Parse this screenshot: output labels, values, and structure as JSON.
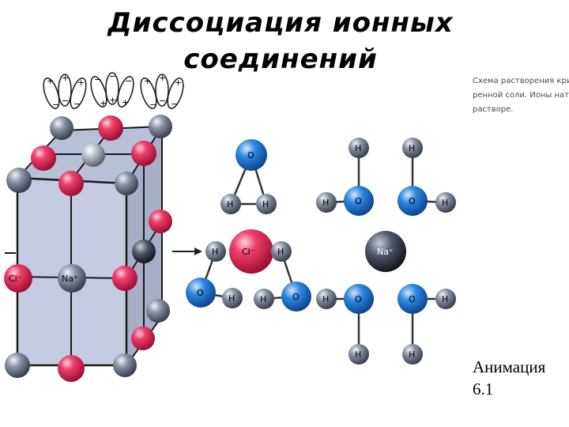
{
  "title": {
    "line1": "Диссоциация ионных",
    "line2": "соединений"
  },
  "caption": {
    "line1": "Схема растворения кри",
    "line2": "ренной соли. Ионы натр",
    "line3": "растворе."
  },
  "animation": {
    "line1": "Анимация",
    "line2": "6.1"
  },
  "labels": {
    "cl": "Cl⁻",
    "na": "Na⁺",
    "h": "H",
    "o": "O",
    "plus": "+",
    "minus": "−"
  },
  "colors": {
    "chloride": "#e8305a",
    "sodium": "#6e7687",
    "oxygen": "#2f7fd6",
    "hydrogen": "#8e96a3",
    "crystal_face": "#c5cbe0"
  }
}
